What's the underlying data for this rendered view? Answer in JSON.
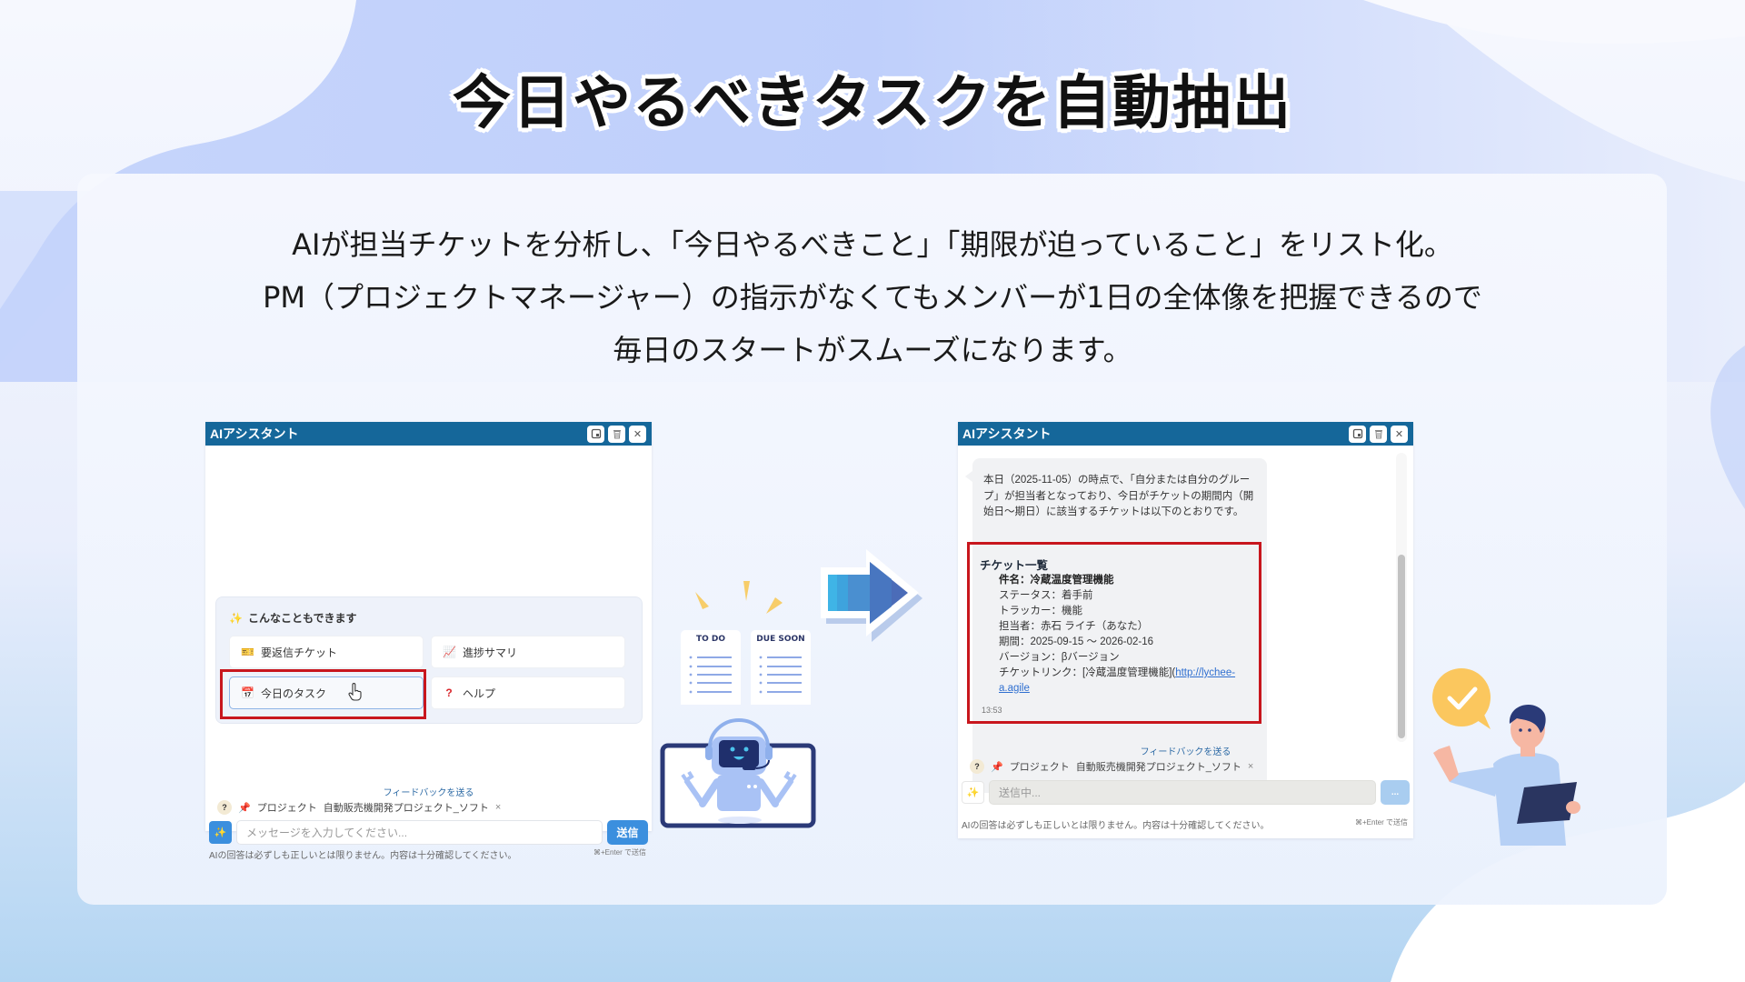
{
  "page": {
    "headline": "今日やるべきタスクを自動抽出",
    "description": [
      "AIが担当チケットを分析し、「今日やるべきこと」「期限が迫っていること」をリスト化。",
      "PM（プロジェクトマネージャー）の指示がなくてもメンバーが1日の全体像を把握できるので",
      "毎日のスタートがスムーズになります。"
    ]
  },
  "colors": {
    "titlebar": "#15679a",
    "send_button": "#3b8fde",
    "highlight_border": "#c8161d",
    "link": "#2f6fd0"
  },
  "left_chat": {
    "title": "AIアシスタント",
    "titlebar_buttons": [
      "window-icon",
      "trash-icon",
      "close-icon"
    ],
    "suggestions": {
      "heading": "こんなこともできます",
      "items": [
        {
          "icon": "ticket-icon",
          "label": "要返信チケット"
        },
        {
          "icon": "chart-icon",
          "label": "進捗サマリ"
        },
        {
          "icon": "calendar-icon",
          "label": "今日のタスク",
          "highlighted": true
        },
        {
          "icon": "question-icon",
          "label": "ヘルプ"
        }
      ]
    },
    "feedback_link": "フィードバックを送る",
    "context": {
      "badge": "?",
      "label": "プロジェクト",
      "project": "自動販売機開発プロジェクト_ソフト",
      "remove": "×"
    },
    "input": {
      "placeholder": "メッセージを入力してください..."
    },
    "send_label": "送信",
    "disclaimer": "AIの回答は必ずしも正しいとは限りません。内容は十分確認してください。",
    "shortcut_hint": "⌘+Enter で送信"
  },
  "illustration": {
    "cards": [
      {
        "title": "TO DO"
      },
      {
        "title": "DUE SOON"
      }
    ]
  },
  "right_chat": {
    "title": "AIアシスタント",
    "titlebar_buttons": [
      "window-icon",
      "trash-icon",
      "close-icon"
    ],
    "message_intro": "本日（2025-11-05）の時点で、「自分または自分のグループ」が担当者となっており、今日がチケットの期間内（開始日〜期日）に該当するチケットは以下のとおりです。",
    "ticket_list": {
      "heading": "チケット一覧",
      "subject": "件名：冷蔵温度管理機能",
      "status": "ステータス：着手前",
      "tracker": "トラッカー：機能",
      "assignee": "担当者：赤石 ライチ（あなた）",
      "period": "期間：2025-09-15 〜 2026-02-16",
      "version": "バージョン：βバージョン",
      "link_prefix": "チケットリンク：[冷蔵温度管理機能](",
      "link_text": "http://lychee-a.agile"
    },
    "timestamp": "13:53",
    "feedback_link": "フィードバックを送る",
    "context": {
      "badge": "?",
      "label": "プロジェクト",
      "project": "自動販売機開発プロジェクト_ソフト",
      "remove": "×"
    },
    "input": {
      "placeholder": "送信中..."
    },
    "send_label": "...",
    "disclaimer": "AIの回答は必ずしも正しいとは限りません。内容は十分確認してください。",
    "shortcut_hint": "⌘+Enter で送信"
  }
}
